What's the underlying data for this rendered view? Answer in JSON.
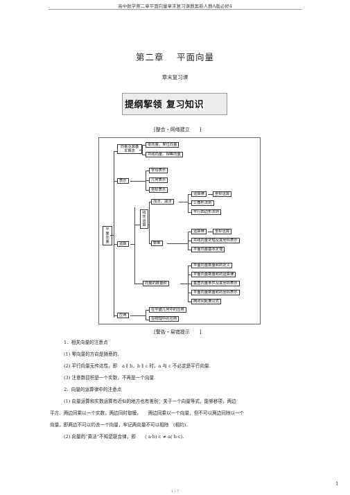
{
  "header": {
    "text": "高中数学第二章平面向量章末复习课教案新人教A版必修4"
  },
  "title": "第二章　 平面向量",
  "subtitle": "章末复习课",
  "banner": {
    "part1": "提纲挈领",
    "part2": "复习知识"
  },
  "section1": "[整合・网络建立　　]",
  "mindmap": {
    "root": "平面向量",
    "concept_group": "向量及其基本概念",
    "concept_items": [
      "零向量、单位向量",
      "共线向量、相等向量"
    ],
    "repr": "表示",
    "repr_items": [
      "字母表示",
      "几何表示",
      "坐标表示"
    ],
    "ops": "运算",
    "linear_ops": "线性运算",
    "addsub": "加法、减法",
    "rules": [
      "运算律",
      "三角形法则",
      "平行四边形法则"
    ],
    "rule_detail": "坐标运算",
    "number_mult": "数乘",
    "nm_items": [
      "运算律",
      "共线向量定理及其坐标表示",
      "平面向量基本定理"
    ],
    "nm_detail": "坐标运算",
    "dot": "向量的数量积",
    "dot_items": [
      "平面向量数量积的定义",
      "平面向量数量积的运算律",
      "垂直向量条件及其坐标表示",
      "平面向量数量积的坐标表示",
      "两点间距离公式"
    ],
    "app": "应用",
    "app_items": [
      "在平面几何中的应用",
      "在物理中的应用"
    ]
  },
  "section2": "[警告・易错提示　　]",
  "body": {
    "l1": "1．相关向量的注意点",
    "l2": "(1) 零向量的方向是随意的.",
    "l3": "(2) 平行向量无传达性，即　a ∥ b，b ∥ c 时，a 与 c 不必定是平行向量.",
    "l4": "(3) 注意数目积是一个实数，不再是一个向量.",
    "l5": "2．向量的运算律中的注意点",
    "l6": "(1) 向量运算和实数运算有近似的地方也有差别：关于一个向量等式，能够移项，两边",
    "l7": "平方、两边同乘以一个实数，两边同时取模，　　两边同乘以一个向量，但不可以两边同除以一个",
    "l8": "向量，即两边不可以约去一个向量，牢记两向量不可以相除　(相约).",
    "l9": "(2) 向量的“乘法”不知足联合律，即　　( a·b) c ≠ a( b·c)."
  },
  "page_number": "1",
  "footer": "1 / 7"
}
